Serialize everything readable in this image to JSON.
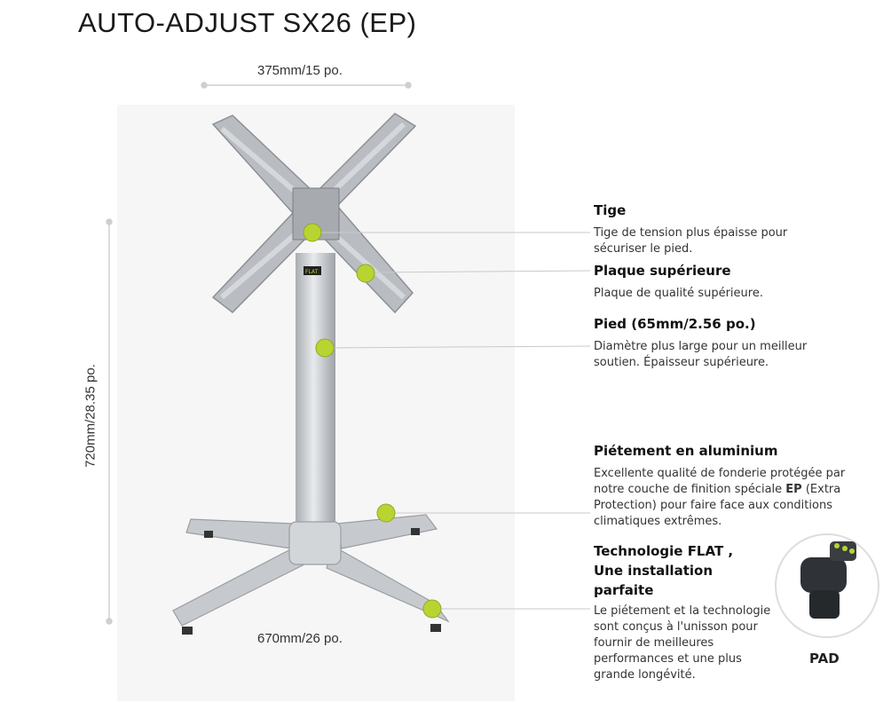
{
  "title": "AUTO-ADJUST SX26 (EP)",
  "dimensions": {
    "top_width": "375mm/15 po.",
    "height": "720mm/28.35 po.",
    "base_width": "670mm/26 po."
  },
  "features": [
    {
      "heading": "Tige",
      "description": "Tige de tension plus épaisse pour sécuriser le pied."
    },
    {
      "heading": "Plaque supérieure",
      "description": "Plaque de qualité supérieure."
    },
    {
      "heading": "Pied (65mm/2.56 po.)",
      "description": "Diamètre plus large pour un meilleur soutien. Épaisseur supérieure."
    },
    {
      "heading": "Piétement en aluminium",
      "description_parts": [
        "Excellente qualité de fonderie protégée par notre couche de finition spéciale ",
        "EP",
        " (Extra Protection)  pour faire face aux conditions climatiques extrêmes."
      ]
    },
    {
      "heading": "Technologie FLAT , Une installation parfaite",
      "description": "Le piétement et la technologie sont conçus à l'unisson pour fournir de meilleures performances et une plus grande longévité."
    }
  ],
  "pad_label": "PAD",
  "stem_badge": "FLAT",
  "colors": {
    "accent": "#b8d432",
    "metal": "#c8ccd0",
    "line": "#c9c9c9"
  }
}
